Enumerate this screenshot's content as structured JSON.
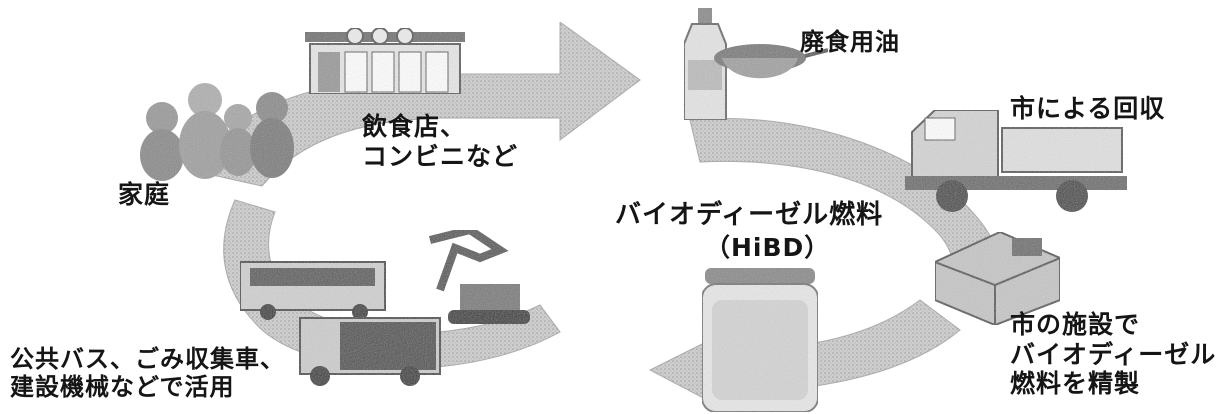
{
  "labels": {
    "restaurant": "飲食店、\nコンビニなど",
    "home": "家庭",
    "used_oil": "廃食用油",
    "collection": "市による回収",
    "fuel_title": "バイオディーゼル燃料",
    "fuel_code": "（HiBD）",
    "facility": "市の施設で\nバイオディーゼル\n燃料を精製",
    "use": "公共バス、ごみ収集車、\n建設機械などで活用"
  },
  "colors": {
    "arrow": "#cfcfcf",
    "arrow_edge": "#a8a8a8",
    "text": "#151515",
    "illustration": "#7a7a7a"
  }
}
